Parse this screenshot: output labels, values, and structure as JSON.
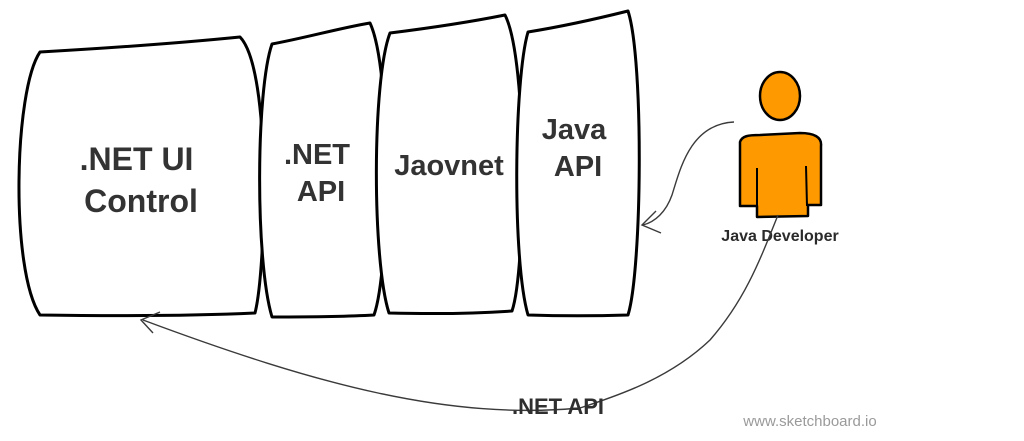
{
  "blocks": [
    {
      "id": "dotnet-ui-control",
      "lines": [
        ".NET UI",
        "Control"
      ]
    },
    {
      "id": "dotnet-api",
      "lines": [
        ".NET",
        "API"
      ]
    },
    {
      "id": "jaovnet",
      "lines": [
        "Jaovnet"
      ]
    },
    {
      "id": "java-api",
      "lines": [
        "Java",
        "API"
      ]
    }
  ],
  "actor": {
    "label": "Java Developer",
    "icon": "person-icon",
    "fill_color": "#FF9900",
    "stroke_color": "#000000"
  },
  "connectors": [
    {
      "from": "java-developer",
      "to": "java-api",
      "label": ""
    },
    {
      "from": "java-developer",
      "to": "dotnet-ui-control",
      "label": ".NET API"
    }
  ],
  "watermark": "www.sketchboard.io"
}
